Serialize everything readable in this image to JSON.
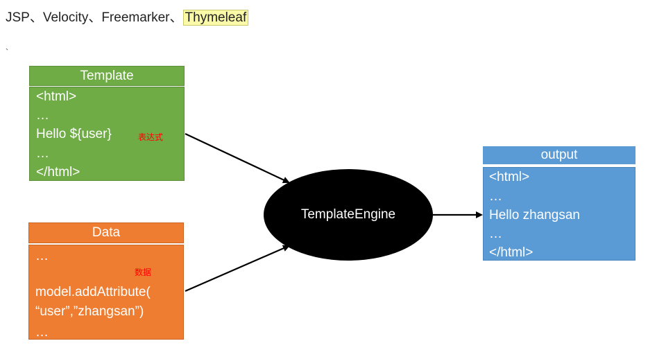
{
  "heading": {
    "prefix": "JSP、Velocity、Freemarker、",
    "highlight": "Thymeleaf"
  },
  "tick_mark": "、",
  "template_box": {
    "title": "Template",
    "lines": [
      "<html>",
      "…",
      "Hello ${user}",
      "…",
      "</html>"
    ],
    "note": "表达式"
  },
  "data_box": {
    "title": "Data",
    "lines": [
      "…",
      "model.addAttribute(",
      "“user”,”zhangsan”)",
      "…"
    ],
    "note": "数据"
  },
  "engine": {
    "label": "TemplateEngine"
  },
  "output_box": {
    "title": "output",
    "lines": [
      "<html>",
      "…",
      "Hello zhangsan",
      "…",
      "</html>"
    ]
  },
  "colors": {
    "template": "#6fac46",
    "data": "#ee7d31",
    "output": "#5b9bd5",
    "engine": "#000000",
    "note": "#ff0000",
    "highlight": "#fafaa8"
  }
}
